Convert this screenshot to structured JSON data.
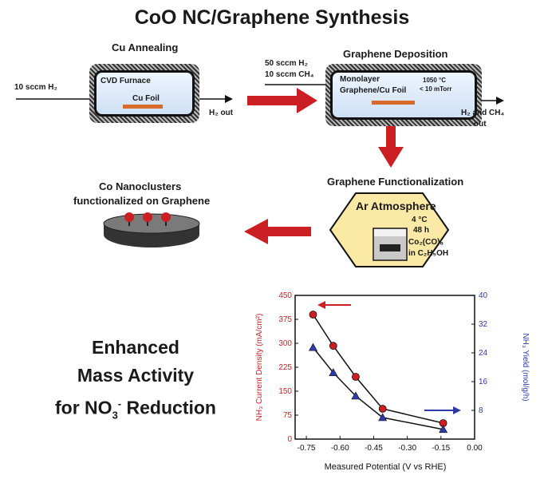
{
  "title": "CoO NC/Graphene Synthesis",
  "step1": {
    "label": "Cu Annealing",
    "flow_in": "10 sccm H₂",
    "furnace_label": "CVD Furnace",
    "foil_label": "Cu Foil",
    "out": "H₂ out"
  },
  "step2": {
    "label": "Graphene Deposition",
    "flow_in_1": "50 sccm H₂",
    "flow_in_2": "10 sccm CH₄",
    "inner_1": "Monolayer",
    "inner_2": "Graphene/Cu Foil",
    "cond_1": "1050 °C",
    "cond_2": "< 10 mTorr",
    "out_1": "H₂ and CH₄",
    "out_2": "out"
  },
  "step3": {
    "label": "Graphene Functionalization",
    "atmosphere": "Ar Atmosphere",
    "temp": "4 °C",
    "time": "48 h",
    "reagent_1": "Co₂(CO)₈",
    "reagent_2": "in C₂H₅OH"
  },
  "step4": {
    "label_1": "Co Nanoclusters",
    "label_2": "functionalized on Graphene"
  },
  "summary": {
    "line1": "Enhanced",
    "line2": "Mass Activity",
    "line3_main": "for NO",
    "line3_sub": "3",
    "line3_sup": "-",
    "line3_end": " Reduction"
  },
  "colors": {
    "red": "#cc1f24",
    "blue": "#2e3aa8",
    "black": "#111111"
  },
  "chart_data": {
    "type": "line",
    "xlabel": "Measured Potential (V vs RHE)",
    "ylabel_left": "NH₃ Current Density (mA/cm²)",
    "ylabel_right": "NH₃ Yield (mol/g/h)",
    "xlim": [
      -0.8,
      0.0
    ],
    "ylim_left": [
      0,
      450
    ],
    "ylim_right": [
      0,
      40
    ],
    "x_ticks": [
      "-0.75",
      "-0.60",
      "-0.45",
      "-0.30",
      "-0.15",
      "0.00"
    ],
    "y_ticks_left": [
      "0",
      "75",
      "150",
      "225",
      "300",
      "375",
      "450"
    ],
    "y_ticks_right": [
      "8",
      "16",
      "24",
      "32",
      "40"
    ],
    "series": [
      {
        "axis": "left",
        "marker": "circle",
        "color": "#cc1f24",
        "x": [
          -0.72,
          -0.63,
          -0.53,
          -0.41,
          -0.14
        ],
        "y": [
          390,
          292,
          195,
          95,
          50
        ]
      },
      {
        "axis": "right",
        "marker": "triangle",
        "color": "#2e3aa8",
        "x": [
          -0.72,
          -0.63,
          -0.53,
          -0.41,
          -0.14
        ],
        "y": [
          25.5,
          18.5,
          12.0,
          6.0,
          2.7
        ]
      }
    ]
  }
}
